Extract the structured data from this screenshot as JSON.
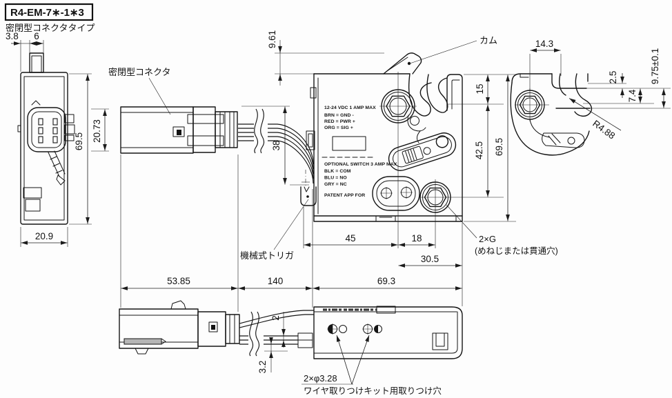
{
  "header": {
    "model": "R4-EM-7∗-1∗3",
    "type_label": "密閉型コネクタタイプ"
  },
  "callouts": {
    "sealed_connector": "密閉型コネクタ",
    "cam": "カム",
    "mechanical_trigger": "機械式トリガ",
    "g_holes": "2×G",
    "g_holes_note": "(めねじまたは貫通穴)",
    "wire_kit_holes": "2×φ3.28",
    "wire_kit_holes_note": "ワイヤ取りつけキット用取りつけ穴"
  },
  "markings": {
    "power": "12-24 VDC 1 AMP MAX",
    "gnd": "BRN = GND  -",
    "pwr": "RED = PWR +",
    "sig": "ORG = SIG +",
    "optional": "OPTIONAL SWITCH 3 AMP  MAX",
    "com": "BLK = COM",
    "no": "BLU = NO",
    "nc": "GRY = NC",
    "patent": "PATENT APP FOR"
  },
  "dimensions": {
    "left_view": {
      "body_to_cam": "3.8",
      "cam_width": "6",
      "height": "69.5",
      "connector_height": "20.73",
      "depth": "20.9"
    },
    "front_view": {
      "cam_protrusion": "9.61",
      "top_to_slot": "15",
      "slot_to_hole": "42.5",
      "height": "69.5",
      "wire_exit": "38",
      "trigger_to_hole": "45",
      "hole_pitch": "18",
      "hole_to_edge": "30.5",
      "connector_length": "53.85",
      "cable_length": "140",
      "body_width": "69.3"
    },
    "detail_view": {
      "hole_to_jaw": "14.3",
      "lip": "2.5",
      "slot_depth": "7.4",
      "slot_height": "9.75±0.1",
      "jaw_radius": "R4.88"
    },
    "bottom_view": {
      "wire_pitch": "2",
      "wire_offset": "3.2"
    }
  }
}
